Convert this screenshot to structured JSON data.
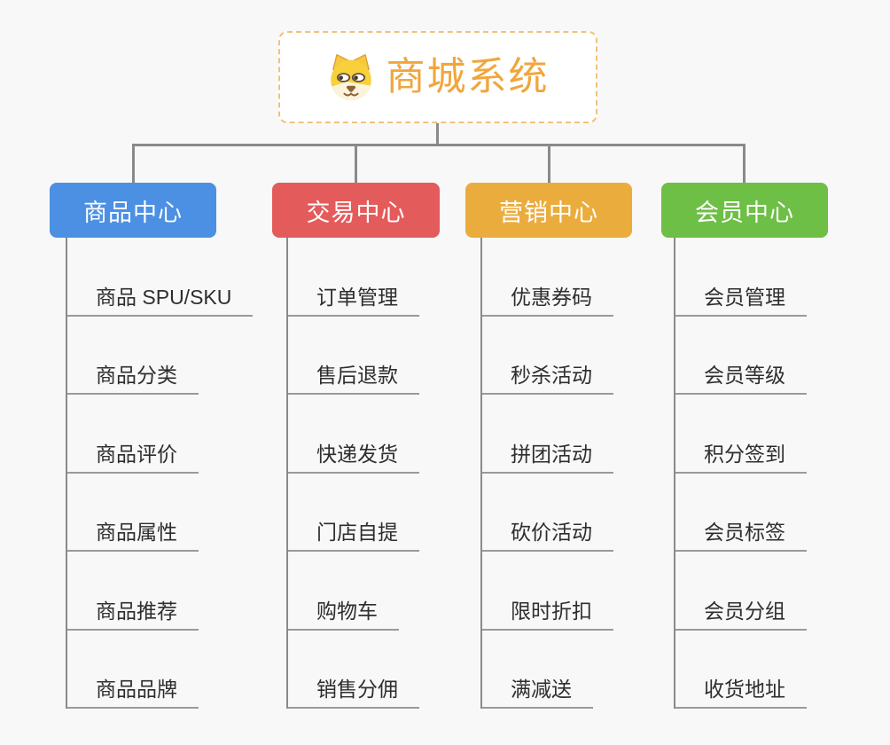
{
  "canvas": {
    "background_color": "#f8f8f8",
    "connector_color": "#8a8a8a",
    "underline_color": "#9a9a9a"
  },
  "root": {
    "title": "商城系统",
    "title_color": "#f0a63c",
    "border_color": "#f2c179",
    "icon": "dog-face-icon"
  },
  "branches": [
    {
      "label": "商品中心",
      "color": "#4b90e2",
      "items": [
        "商品 SPU/SKU",
        "商品分类",
        "商品评价",
        "商品属性",
        "商品推荐",
        "商品品牌"
      ]
    },
    {
      "label": "交易中心",
      "color": "#e45b5b",
      "items": [
        "订单管理",
        "售后退款",
        "快递发货",
        "门店自提",
        "购物车",
        "销售分佣"
      ]
    },
    {
      "label": "营销中心",
      "color": "#ebac3e",
      "items": [
        "优惠券码",
        "秒杀活动",
        "拼团活动",
        "砍价活动",
        "限时折扣",
        "满减送"
      ]
    },
    {
      "label": "会员中心",
      "color": "#6dbf45",
      "items": [
        "会员管理",
        "会员等级",
        "积分签到",
        "会员标签",
        "会员分组",
        "收货地址"
      ]
    }
  ]
}
